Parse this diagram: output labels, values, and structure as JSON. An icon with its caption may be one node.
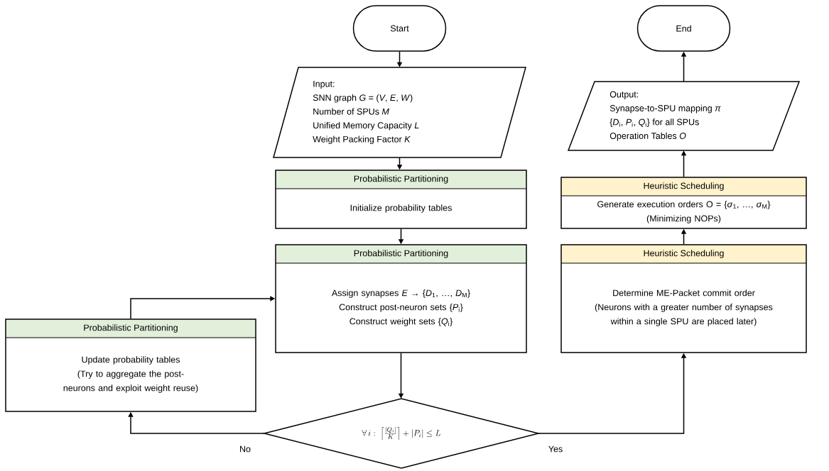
{
  "diagram": {
    "nodes": [
      {
        "text": [
          "Start"
        ]
      },
      {
        "text": [
          "Input:",
          "SNN graph *G* = (*V*, *E*, *W*)",
          "Number of SPUs *M*",
          "Unified Memory Capacity *L*",
          "Weight Packing Factor *K*"
        ]
      },
      {
        "text": [
          "Probabilistic Partitioning",
          "Initialize probability tables"
        ]
      },
      {
        "text": [
          "Probabilistic Partitioning",
          "Assign synapses *E* → {*D*$_{1}$, …, *D*$_{M}$}",
          "Construct post-neuron sets {*P*$_{i}$}",
          "Construct weight sets {*Q*$_{i}$}"
        ]
      },
      {
        "text": [
          "Probabilistic Partitioning",
          "Update probability tables",
          "(Try to aggregate the post-neurons and exploit weight reuse)"
        ]
      },
      {
        "text": [
          "\\forall\\, i:\\ \\left\\lceil \\frac{|Q_i|}{K} \\right\\rceil + |P_i| \\leq L"
        ]
      },
      {
        "text": [
          "Heuristic Scheduling",
          "Determine ME-Packet commit order",
          "(Neurons with a greater number of synapses within a single SPU are placed later)"
        ]
      },
      {
        "text": [
          "Heuristic Scheduling",
          "Generate execution orders O = {*σ*$_{1}$, …, *σ*$_{M}$}",
          "(Minimizing NOPs)"
        ]
      },
      {
        "text": [
          "Output:",
          "Synapse-to-SPU mapping *π*",
          "{*D*$_{i}$, *P*$_{i}$, *Q*$_{i}$} for all SPUs",
          "Operation Tables *O*"
        ]
      },
      {
        "text": [
          "End"
        ]
      }
    ],
    "edges": [
      {
        "from": 0,
        "to": 1,
        "arrow": "to"
      },
      {
        "from": 1,
        "to": 2,
        "arrow": "to"
      },
      {
        "from": 2,
        "to": 3,
        "arrow": "to"
      },
      {
        "from": 3,
        "to": 5,
        "arrow": "to"
      },
      {
        "from": 5,
        "to": 4,
        "arrow": "to",
        "label": "No"
      },
      {
        "from": 4,
        "to": 3,
        "arrow": "to"
      },
      {
        "from": 5,
        "to": 6,
        "arrow": "to",
        "label": "Yes"
      },
      {
        "from": 6,
        "to": 7,
        "arrow": "to"
      },
      {
        "from": 7,
        "to": 8,
        "arrow": "to"
      },
      {
        "from": 8,
        "to": 9,
        "arrow": "to"
      }
    ]
  }
}
